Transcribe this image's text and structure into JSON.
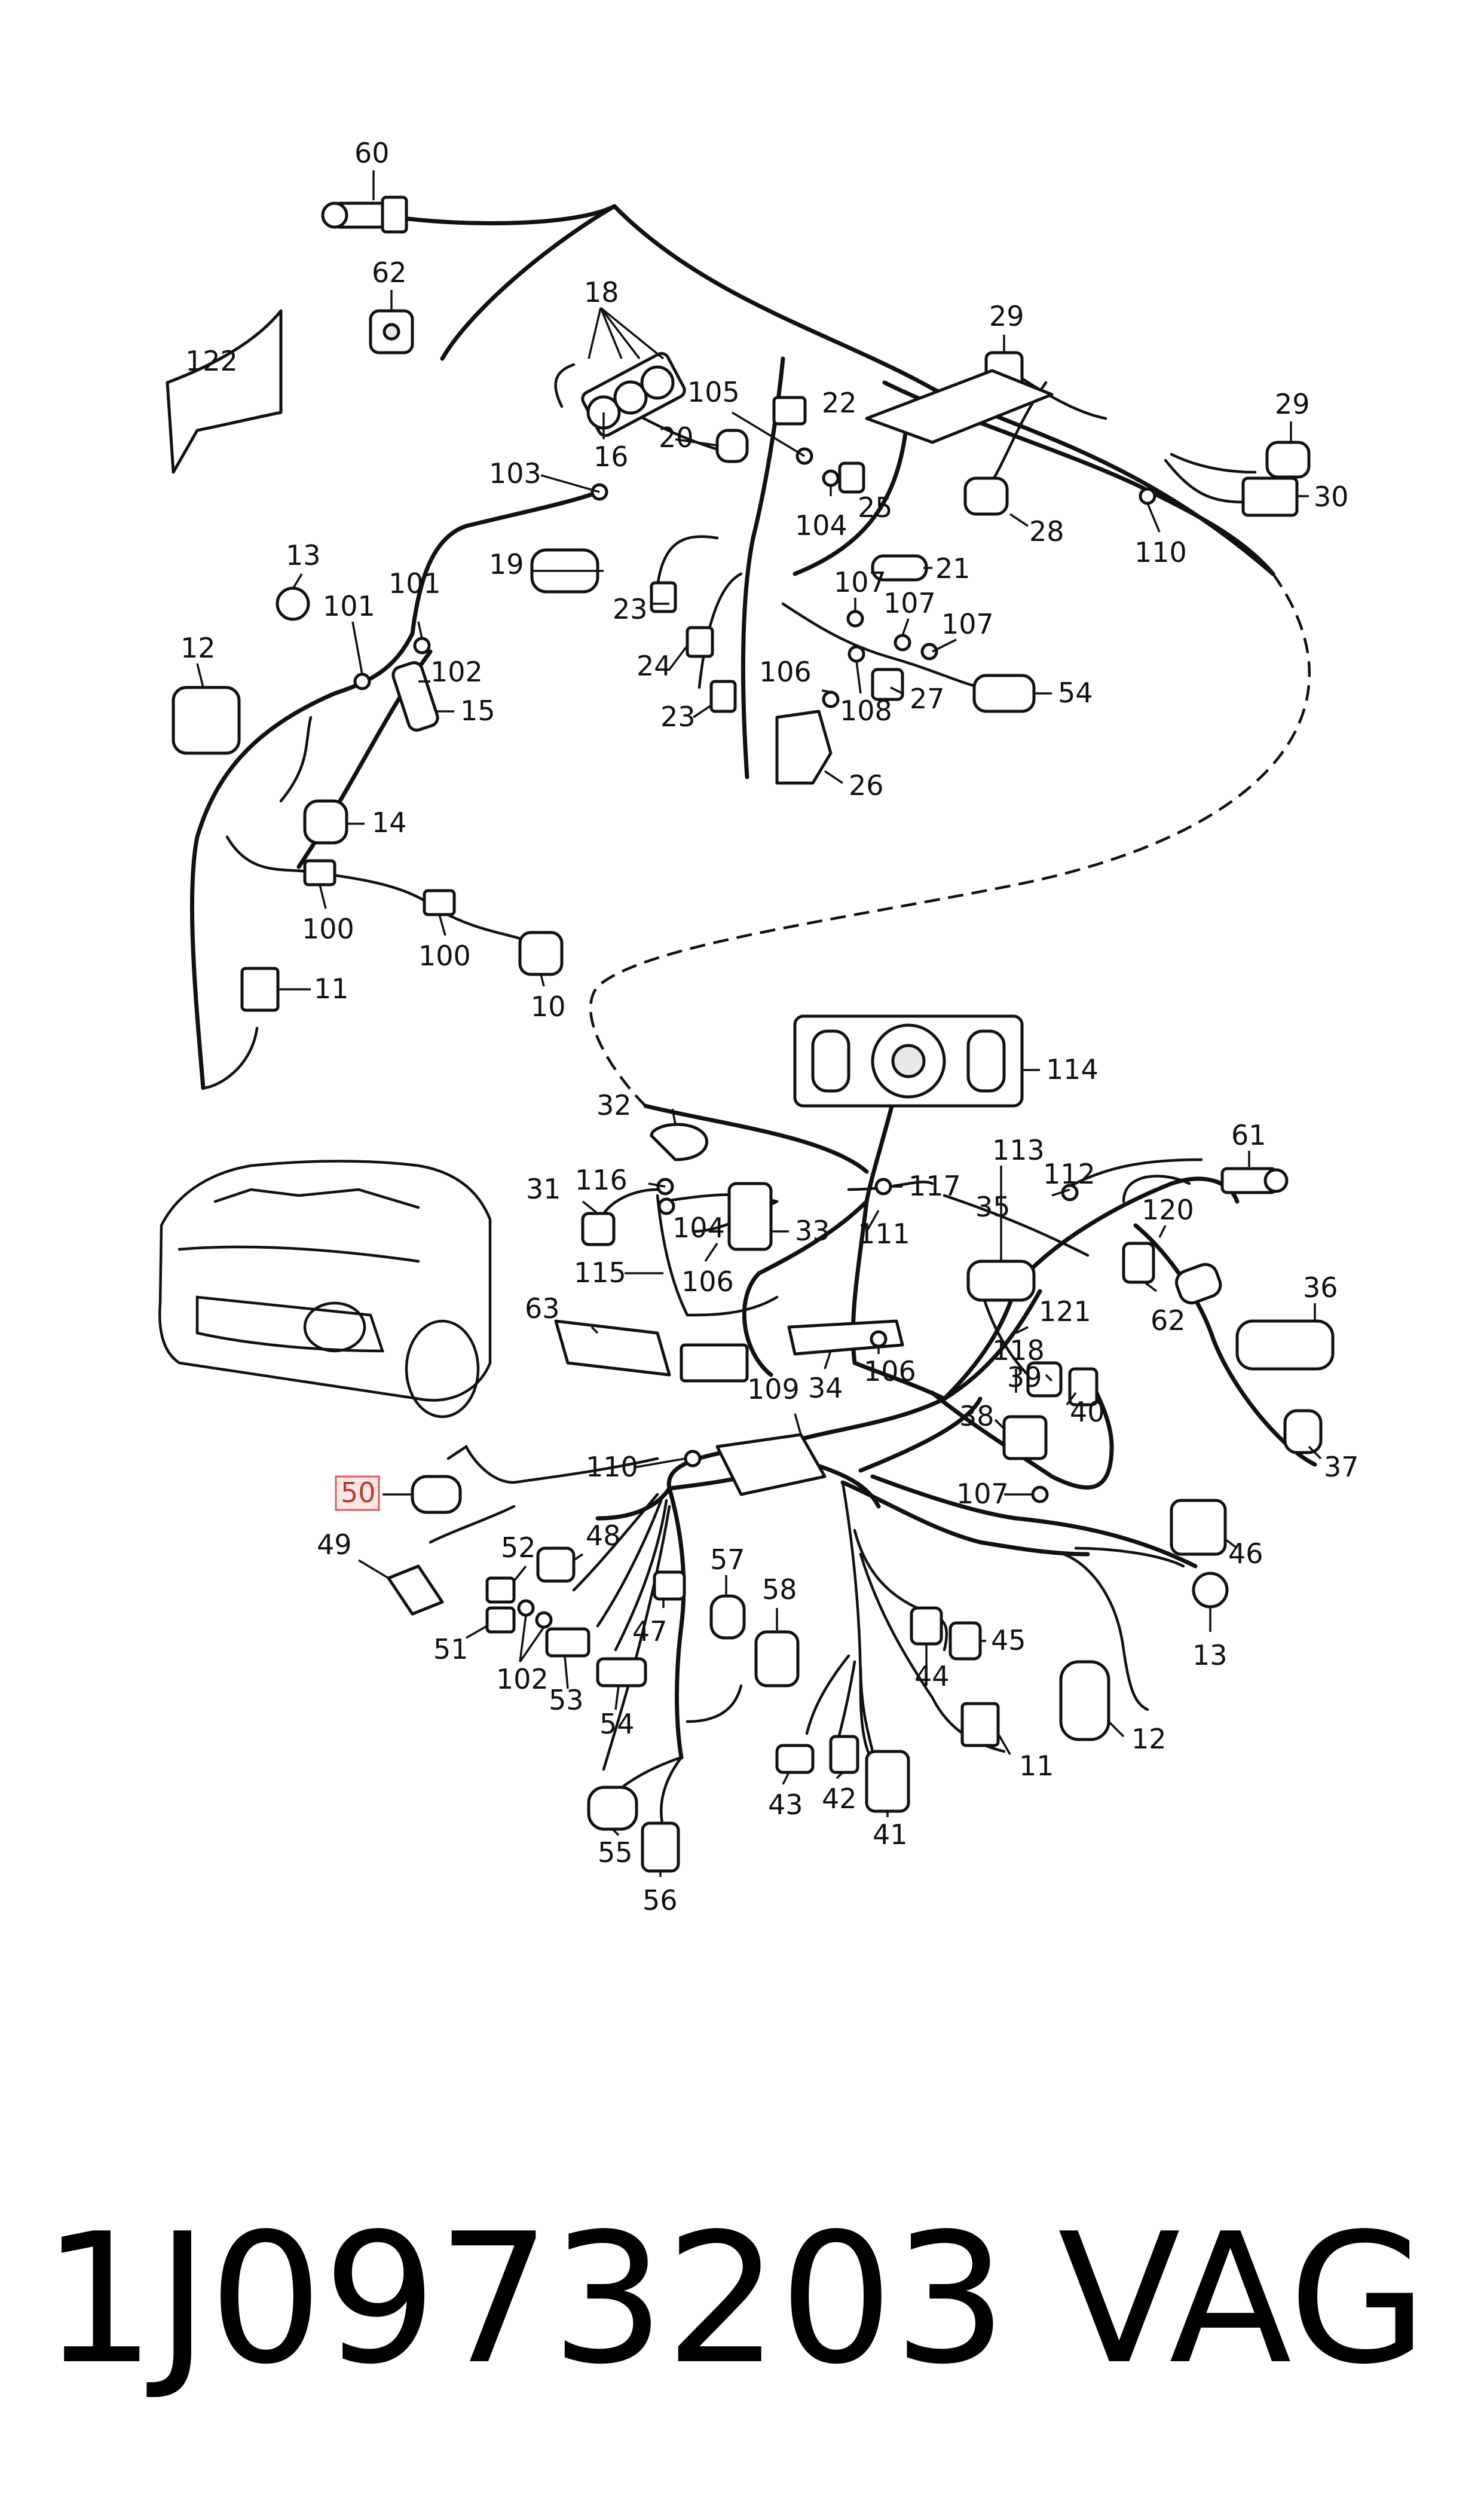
{
  "callouts": {
    "c60": "60",
    "c62a": "62",
    "c18": "18",
    "c122": "122",
    "c16": "16",
    "c105": "105",
    "c22": "22",
    "c20": "20",
    "c25": "25",
    "c104a": "104",
    "c29a": "29",
    "c29b": "29",
    "c30": "30",
    "c28": "28",
    "c110a": "110",
    "c103": "103",
    "c19": "19",
    "c23a": "23",
    "c21": "21",
    "c107a": "107",
    "c107b": "107",
    "c107c": "107",
    "c13a": "13",
    "c101a": "101",
    "c101b": "101",
    "c102a": "102",
    "c15": "15",
    "c12a": "12",
    "c24": "24",
    "c23b": "23",
    "c106a": "106",
    "c108": "108",
    "c27": "27",
    "c54a": "54",
    "c26": "26",
    "c14": "14",
    "c100a": "100",
    "c100b": "100",
    "c10": "10",
    "c11a": "11",
    "c114": "114",
    "c32": "32",
    "c31": "31",
    "c116": "116",
    "c104b": "104",
    "c33": "33",
    "c117": "117",
    "c111": "111",
    "c115": "115",
    "c106b": "106",
    "c113": "113",
    "c112": "112",
    "c61": "61",
    "c35": "35",
    "c120": "120",
    "c62b": "62",
    "c121": "121",
    "c36": "36",
    "c63": "63",
    "c34": "34",
    "c106c": "106",
    "c118": "118",
    "c109": "109",
    "c39": "39",
    "c40": "40",
    "c38": "38",
    "c37": "37",
    "c110b": "110",
    "c107d": "107",
    "c50": "50",
    "c49": "49",
    "c52": "52",
    "c48": "48",
    "c46": "46",
    "c57": "57",
    "c58": "58",
    "c47": "47",
    "c51": "51",
    "c45": "45",
    "c13b": "13",
    "c102b": "102",
    "c53": "53",
    "c44": "44",
    "c54b": "54",
    "c11b": "11",
    "c12b": "12",
    "c43": "43",
    "c42": "42",
    "c41": "41",
    "c55": "55",
    "c56": "56"
  },
  "footer": {
    "part_number": "1J0973203",
    "brand": "VAG"
  },
  "colors": {
    "line": "#111111",
    "highlight": "#e05a5a",
    "background": "#ffffff"
  },
  "highlighted_callout": "50"
}
